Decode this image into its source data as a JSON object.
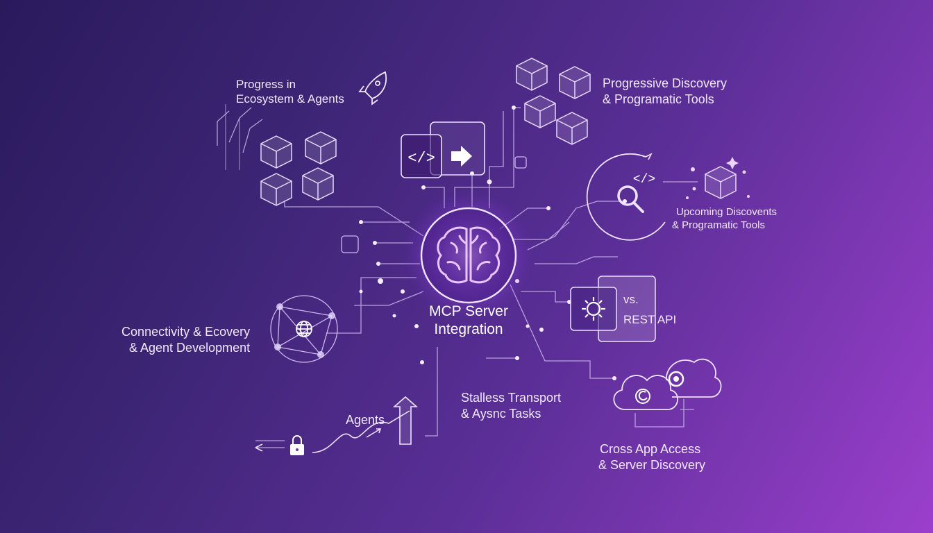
{
  "center": {
    "line1": "MCP Server",
    "line2": "Integration"
  },
  "labels": {
    "ecosystem": [
      "Progress in",
      "Ecosystem & Agents"
    ],
    "progressive": [
      "Progressive Discovery",
      "& Programatic Tools"
    ],
    "upcoming": [
      "Upcoming Discovents",
      "& Programatic Tools"
    ],
    "connectivity": [
      "Connectivity & Ecovery",
      "& Agent Development"
    ],
    "rest": [
      "vs.",
      "REST API"
    ],
    "stateless": [
      "Stalless Transport",
      "& Aysnc Tasks"
    ],
    "agents": "Agents",
    "crossapp": [
      "Cross App Access",
      "& Server Discovery"
    ]
  },
  "code_glyph": "</>",
  "icons": [
    "brain-icon",
    "rocket-icon",
    "code-icon",
    "arrow-right-icon",
    "cube-icon",
    "search-icon",
    "globe-icon",
    "gear-icon",
    "cloud-icon",
    "lock-icon",
    "trend-arrow-icon",
    "refresh-icon"
  ],
  "colors": {
    "accent": "#c87bff",
    "line": "#d6c6f2",
    "bg_start": "#2a1a5c",
    "bg_end": "#9b3fcc"
  }
}
